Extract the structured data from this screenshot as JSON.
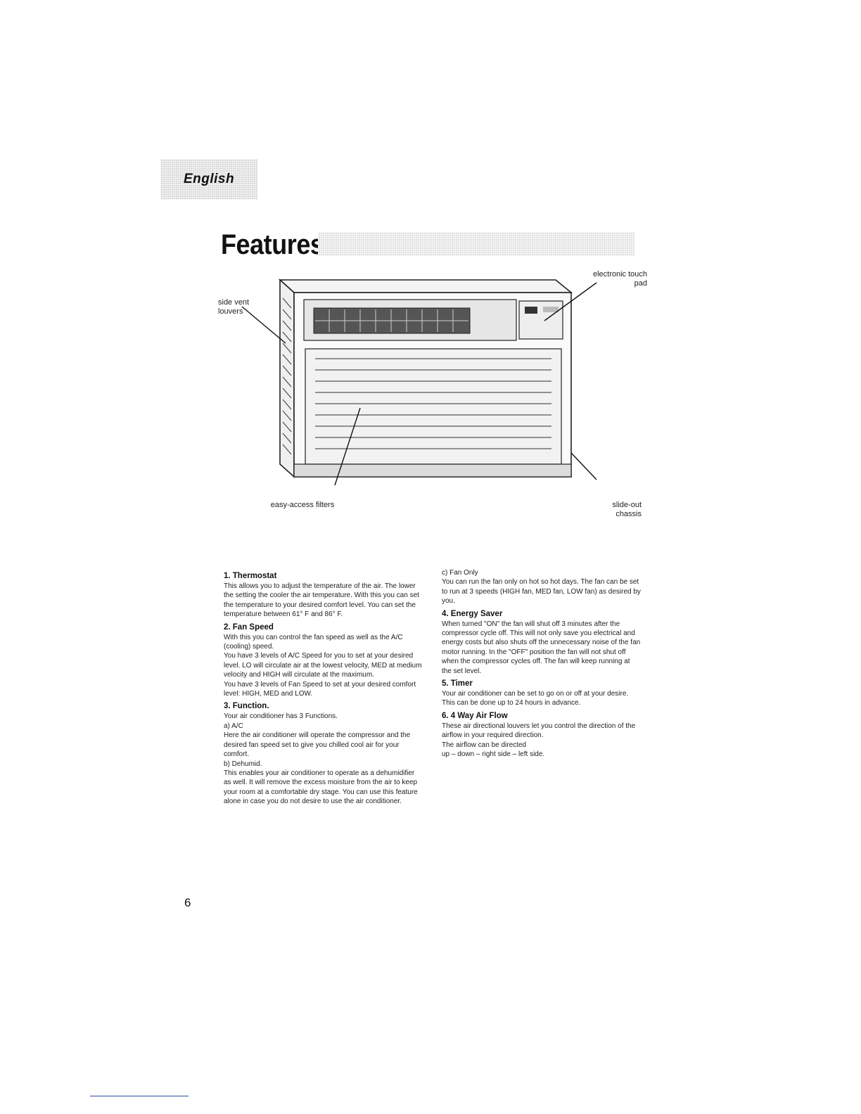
{
  "header": {
    "language_tab": "English"
  },
  "title": "Features",
  "diagram": {
    "callouts": {
      "side_vent_louvers": "side vent louvers",
      "electronic_touch_pad": "electronic touch pad",
      "easy_access_filters": "easy-access filters",
      "slide_out_chassis": "slide-out chassis"
    }
  },
  "sections": {
    "thermostat": {
      "heading": "1. Thermostat",
      "body": "This allows you to adjust the temperature of the air. The lower the setting the cooler the air temperature. With this you can set the temperature to your desired comfort level. You can set the temperature between 61° F and 86° F."
    },
    "fan_speed": {
      "heading": "2. Fan Speed",
      "p1": "With this you can control the fan speed as well as the A/C (cooling) speed.",
      "p2": "You have 3 levels of A/C Speed for you to set at your desired level. LO will circulate air at the lowest velocity, MED at medium velocity and HIGH will circulate at the maximum.",
      "p3": "You have 3 levels of Fan Speed to set at your desired comfort level: HIGH, MED and LOW."
    },
    "function": {
      "heading": "3. Function.",
      "p1": "Your air conditioner has 3 Functions.",
      "p2": "a) A/C",
      "p3": "Here the air conditioner will operate the compressor and the desired fan speed set to give you chilled cool air for your comfort.",
      "p4": "b) Dehumid.",
      "p5": "This enables your air conditioner to operate as a dehumidifier as well. It will remove the excess moisture from the air to keep your room at a comfortable dry stage. You can use this feature alone in case you do not desire to use the air conditioner.",
      "p6": "c) Fan Only",
      "p7": "You can run the fan only on hot so hot days. The fan can be set to run at 3 speeds (HIGH fan, MED fan, LOW fan) as desired by you."
    },
    "energy_saver": {
      "heading": "4. Energy Saver",
      "body": "When turned \"ON\" the fan will shut off 3 minutes after the compressor cycle off. This will not only save you electrical and energy costs but also shuts off the unnecessary noise of the fan motor running. In the \"OFF\" position the fan will not shut off when the compressor cycles off. The fan will keep running at the set level."
    },
    "timer": {
      "heading": "5. Timer",
      "body": "Your air conditioner can be set to go on or off at your desire. This can be done up to 24 hours in advance."
    },
    "air_flow": {
      "heading": "6. 4 Way Air Flow",
      "p1": "These air directional louvers let you control the direction of the airflow in your required direction.",
      "p2": "The airflow can be directed",
      "p3": "up – down – right side – left side."
    }
  },
  "page_number": "6"
}
